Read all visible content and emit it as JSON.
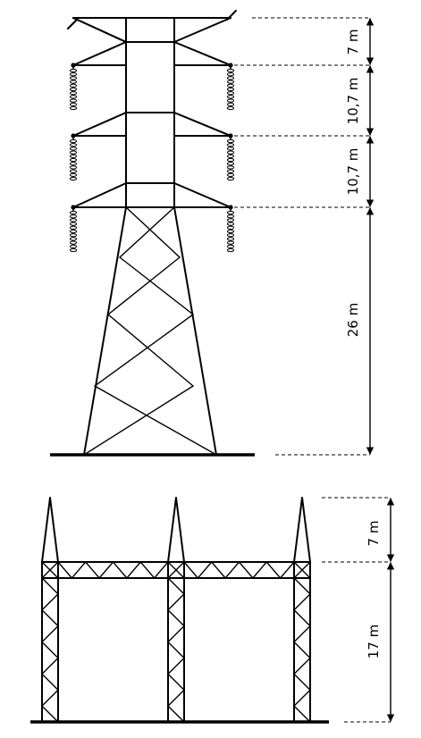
{
  "tower_top": {
    "dimensions": [
      {
        "label": "7 m"
      },
      {
        "label": "10,7 m"
      },
      {
        "label": "10,7 m"
      },
      {
        "label": "26 m"
      }
    ]
  },
  "tower_bottom": {
    "dimensions": [
      {
        "label": "7 m"
      },
      {
        "label": "17 m"
      }
    ]
  },
  "colors": {
    "stroke": "#000000",
    "background": "#ffffff"
  }
}
